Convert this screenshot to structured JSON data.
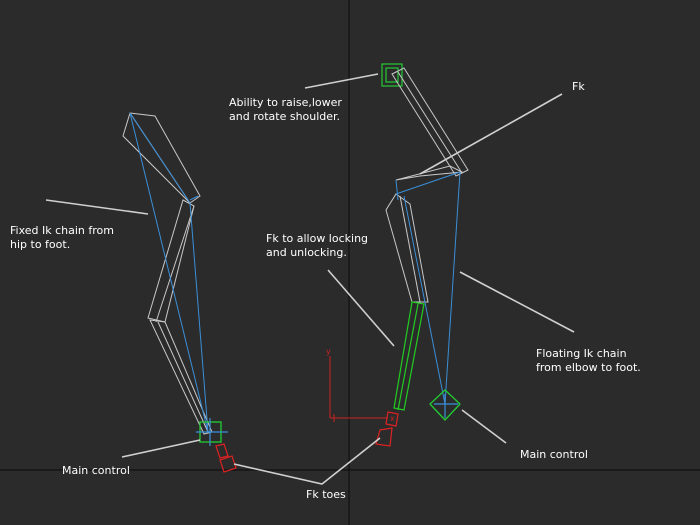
{
  "annotations": {
    "shoulder": "Ability to raise,lower\nand rotate shoulder.",
    "fk": "Fk",
    "fixed_ik": "Fixed Ik chain from\nhip to foot.",
    "fk_lock": "Fk to allow locking\nand unlocking.",
    "floating_ik": "Floating Ik chain\nfrom elbow to foot.",
    "main_control_left": "Main control",
    "main_control_right": "Main control",
    "fk_toes": "Fk toes"
  },
  "gizmo": {
    "y_label": "y",
    "x_label": "x"
  },
  "colors": {
    "background": "#2b2b2b",
    "bone": "#c8c8c8",
    "ik_solver": "#3a8fd8",
    "control": "#22cc33",
    "fk_bone": "#22cc22",
    "toe": "#dd2222",
    "pointer": "#d0d0d0",
    "grid_axis": "#111111",
    "gizmo": "#cc2222"
  }
}
